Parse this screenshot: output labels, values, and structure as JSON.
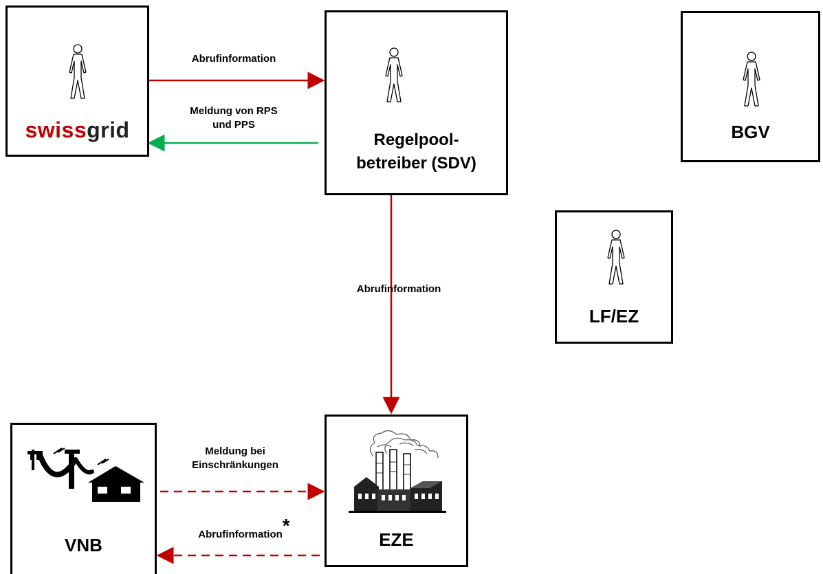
{
  "nodes": {
    "swissgrid": {
      "logo_part1": "swiss",
      "logo_part2": "grid"
    },
    "regelpool": {
      "line1": "Regelpool-",
      "line2": "betreiber (SDV)"
    },
    "bgv": {
      "label": "BGV"
    },
    "lfez": {
      "label": "LF/EZ"
    },
    "vnb": {
      "label": "VNB"
    },
    "eze": {
      "label": "EZE"
    }
  },
  "edges": {
    "swissgrid_to_regelpool": {
      "label": "Abrufinformation"
    },
    "regelpool_to_swissgrid": {
      "line1": "Meldung von RPS",
      "line2": "und PPS"
    },
    "regelpool_to_eze": {
      "label": "Abrufinformation"
    },
    "vnb_to_eze": {
      "line1": "Meldung bei",
      "line2": "Einschränkungen"
    },
    "eze_to_vnb": {
      "label": "Abrufinformation",
      "marker": "*"
    }
  },
  "colors": {
    "red_arrow": "#c00000",
    "green_arrow": "#00b050",
    "logo_red": "#c00000",
    "logo_dark": "#222222"
  }
}
